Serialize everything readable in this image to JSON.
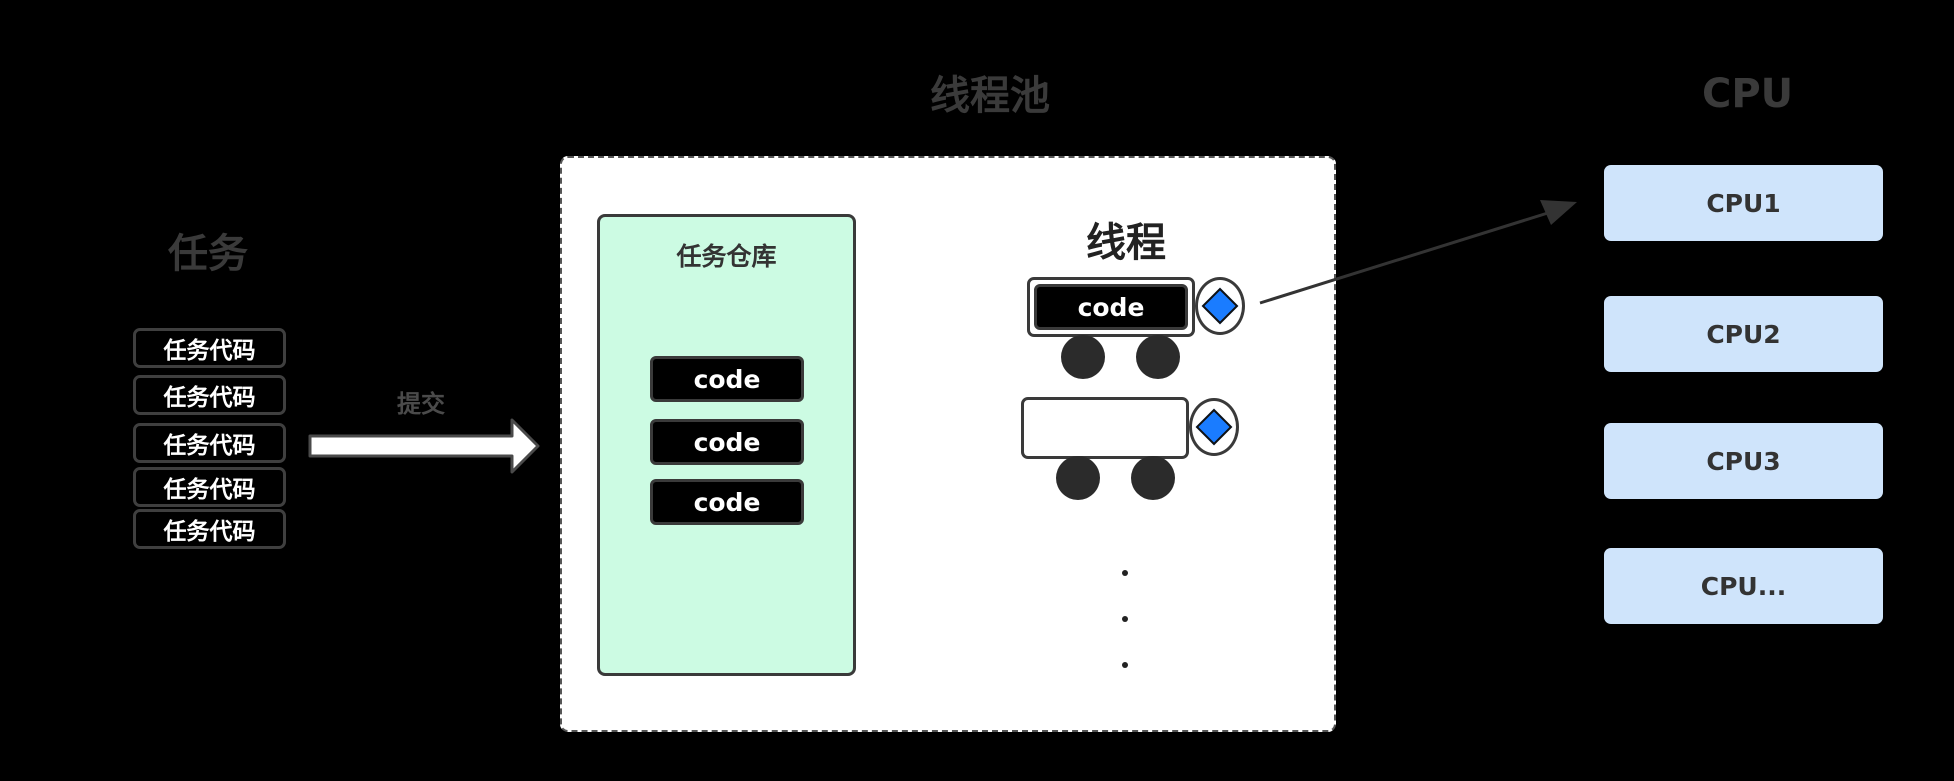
{
  "titles": {
    "tasks": "任务",
    "pool": "线程池",
    "cpu": "CPU"
  },
  "tasks": [
    "任务代码",
    "任务代码",
    "任务代码",
    "任务代码",
    "任务代码"
  ],
  "submit_label": "提交",
  "repository": {
    "title": "任务仓库",
    "codes": [
      "code",
      "code",
      "code"
    ]
  },
  "threads": {
    "title": "线程",
    "active_code": "code"
  },
  "cpus": [
    "CPU1",
    "CPU2",
    "CPU3",
    "CPU..."
  ],
  "colors": {
    "background": "#000000",
    "pool": "#ffffff",
    "repository": "#ccfbe3",
    "cpu": "#cfe4fb",
    "diamond": "#1a7cff"
  }
}
